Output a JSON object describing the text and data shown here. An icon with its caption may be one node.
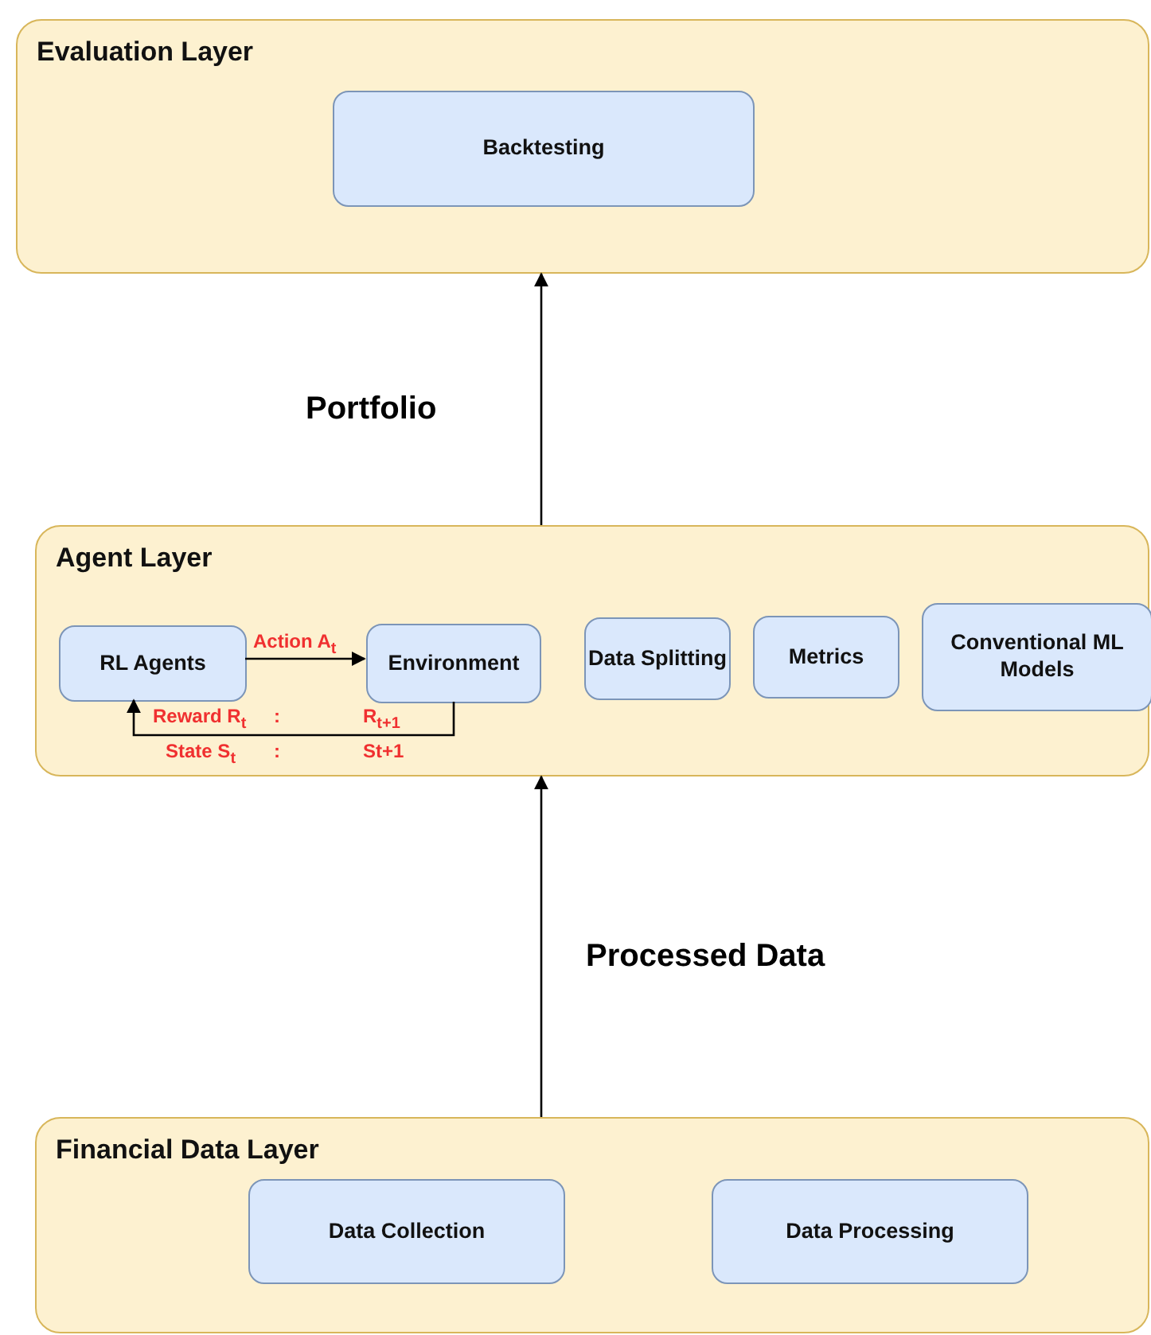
{
  "diagram": {
    "nodes": [
      {
        "text": [
          "Evaluation Layer"
        ]
      },
      {
        "text": [
          "Backtesting"
        ],
        "in": 0
      },
      {
        "text": [
          "Agent Layer"
        ]
      },
      {
        "text": [
          "RL Agents"
        ],
        "in": 2
      },
      {
        "text": [
          "Environment"
        ],
        "in": 2
      },
      {
        "text": [
          "Data Splitting"
        ],
        "in": 2
      },
      {
        "text": [
          "Metrics"
        ],
        "in": 2
      },
      {
        "text": [
          "Conventional ML Models"
        ],
        "in": 2
      },
      {
        "text": [
          "Financial Data Layer"
        ]
      },
      {
        "text": [
          "Data Collection"
        ],
        "in": 8
      },
      {
        "text": [
          "Data Processing"
        ],
        "in": 8
      }
    ],
    "edges": [
      {
        "from": 8,
        "to": 2,
        "arrow": "to",
        "label": "Processed Data"
      },
      {
        "from": 2,
        "to": 0,
        "arrow": "to",
        "label": "Portfolio"
      },
      {
        "from": 3,
        "to": 4,
        "arrow": "to",
        "label": "Action A$_{t}$"
      },
      {
        "from": 4,
        "to": 3,
        "arrow": "to"
      }
    ],
    "labels": [
      "Reward R$_{t}$",
      ":",
      "R$_{t+1}$",
      "State S$_{t}$",
      ":",
      "St+1"
    ]
  }
}
